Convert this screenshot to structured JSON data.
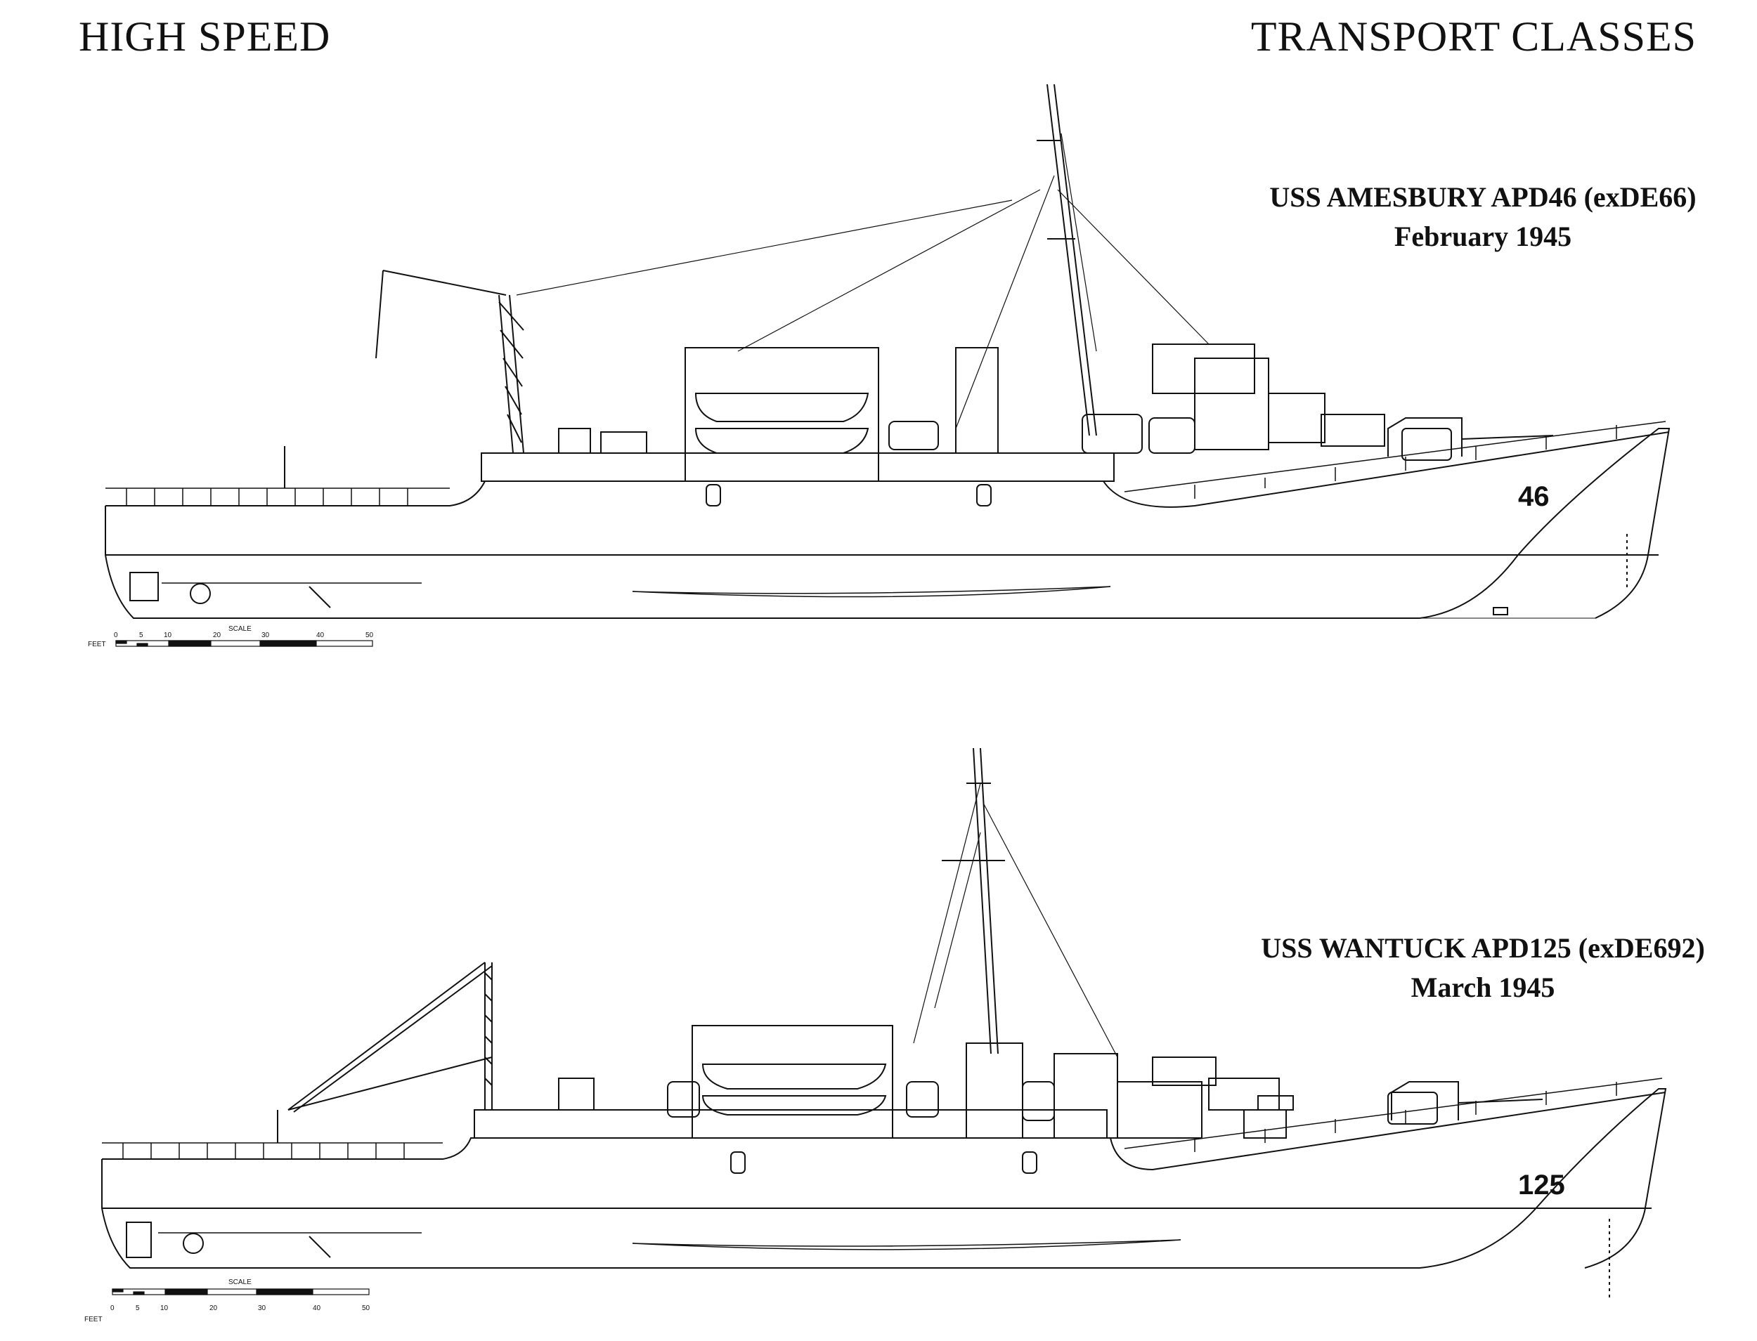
{
  "header": {
    "left_title": "HIGH SPEED",
    "right_title": "TRANSPORT CLASSES"
  },
  "ships": [
    {
      "name_line": "USS AMESBURY APD46 (exDE66)",
      "date_line": "February 1945",
      "hull_number": "46"
    },
    {
      "name_line": "USS WANTUCK APD125 (exDE692)",
      "date_line": "March 1945",
      "hull_number": "125"
    }
  ],
  "scale": {
    "title": "SCALE",
    "unit_label": "FEET",
    "ticks": [
      "0",
      "5",
      "10",
      "20",
      "30",
      "40",
      "50"
    ]
  },
  "style": {
    "ink": "#111111",
    "paper": "#ffffff"
  }
}
